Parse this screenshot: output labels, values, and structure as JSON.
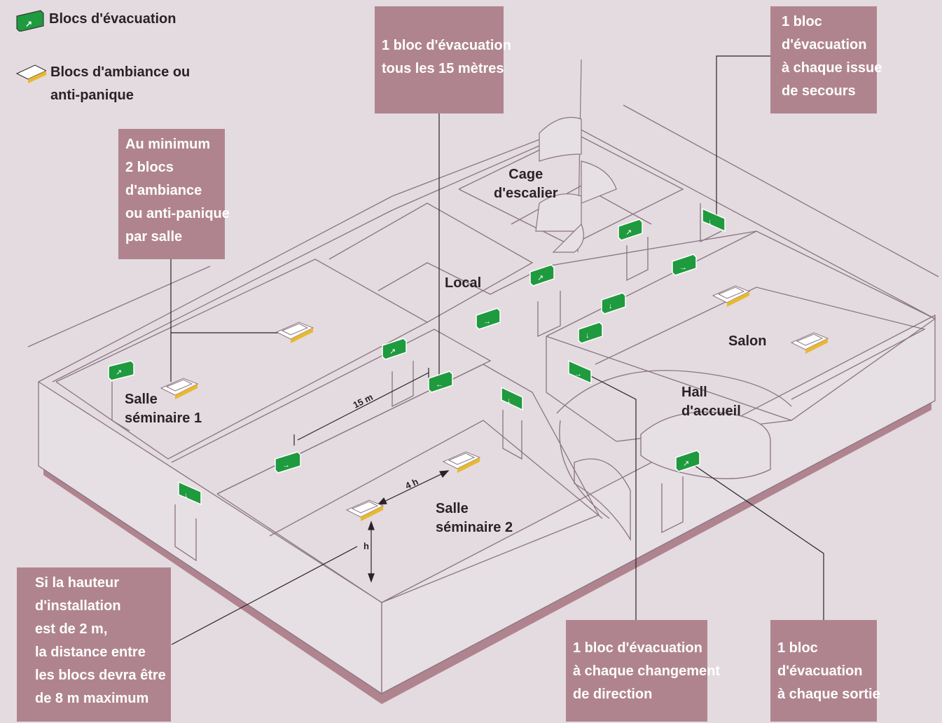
{
  "legend": {
    "evacuation": {
      "label": "Blocs d'évacuation",
      "icon": "evacuation-block-icon"
    },
    "ambiance": {
      "lines": [
        "Blocs d'ambiance ou",
        "anti-panique"
      ],
      "icon": "ambiance-block-icon"
    }
  },
  "callouts": {
    "minimum_ambiance": [
      "Au minimum",
      "2 blocs",
      "d'ambiance",
      "ou anti-panique",
      "par salle"
    ],
    "every_15m": [
      "1 bloc d'évacuation",
      "tous les 15 mètres"
    ],
    "each_emergency_exit": [
      "1 bloc",
      "d'évacuation",
      "à chaque issue",
      "de secours"
    ],
    "height_rule": [
      "Si la hauteur",
      "d'installation",
      "est de 2 m,",
      "la distance entre",
      "les blocs devra être",
      "de 8 m maximum"
    ],
    "direction_change": [
      "1 bloc d'évacuation",
      "à chaque changement",
      "de direction"
    ],
    "each_exit": [
      "1 bloc",
      "d'évacuation",
      "à chaque sortie"
    ]
  },
  "rooms": {
    "salle1": [
      "Salle",
      "séminaire 1"
    ],
    "salle2": [
      "Salle",
      "séminaire 2"
    ],
    "local": [
      "Local"
    ],
    "cage": [
      "Cage",
      "d'escalier"
    ],
    "salon": [
      "Salon"
    ],
    "hall": [
      "Hall",
      "d'accueil"
    ]
  },
  "dimensions": {
    "d15": "15 m",
    "d4h": "4 h",
    "h": "h"
  },
  "colors": {
    "background": "#e3dbe0",
    "callout": "#b0848f",
    "floor_shadow": "#b0848f",
    "wall_line": "#8a7480",
    "evacuation_green": "#1f9a3e",
    "ambiance_yellow": "#e8b830"
  }
}
